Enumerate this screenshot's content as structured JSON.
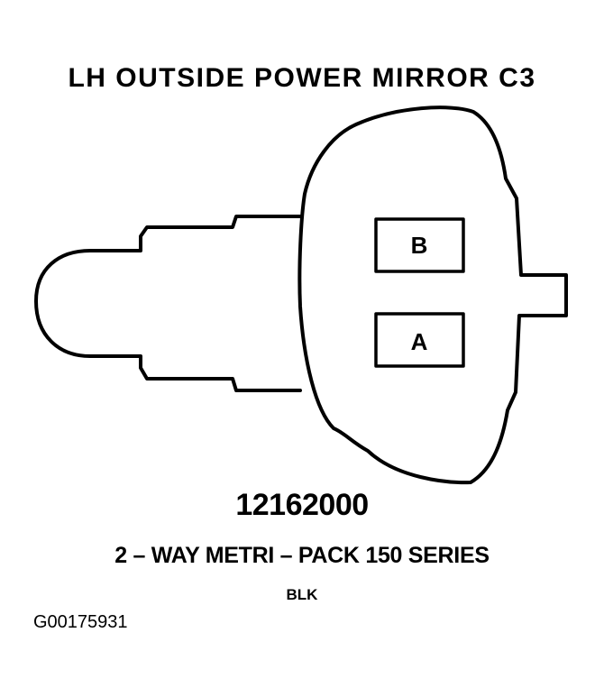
{
  "title": "LH OUTSIDE POWER MIRROR C3",
  "pins": {
    "b": "B",
    "a": "A"
  },
  "part_number": "12162000",
  "series": "2 – WAY METRI – PACK 150 SERIES",
  "color": "BLK",
  "figure_id": "G00175931"
}
